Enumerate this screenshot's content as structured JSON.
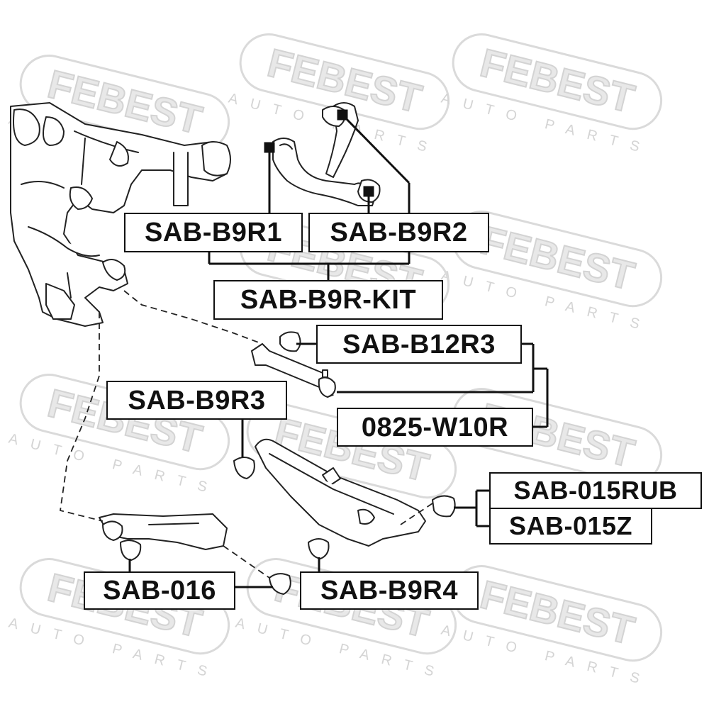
{
  "watermark": {
    "brand": "FEBEST",
    "tagline": "AUTO PARTS"
  },
  "labels": {
    "sab_b9r1": "SAB-B9R1",
    "sab_b9r2": "SAB-B9R2",
    "sab_b9r_kit": "SAB-B9R-KIT",
    "sab_b12r3": "SAB-B12R3",
    "w10r": "0825-W10R",
    "sab_b9r3": "SAB-B9R3",
    "sab_015rub": "SAB-015RUB",
    "sab_015z": "SAB-015Z",
    "sab_016": "SAB-016",
    "sab_b9r4": "SAB-B9R4"
  },
  "colors": {
    "ink": "#111111",
    "watermark": "#d9d9d9",
    "part": "#222222"
  }
}
